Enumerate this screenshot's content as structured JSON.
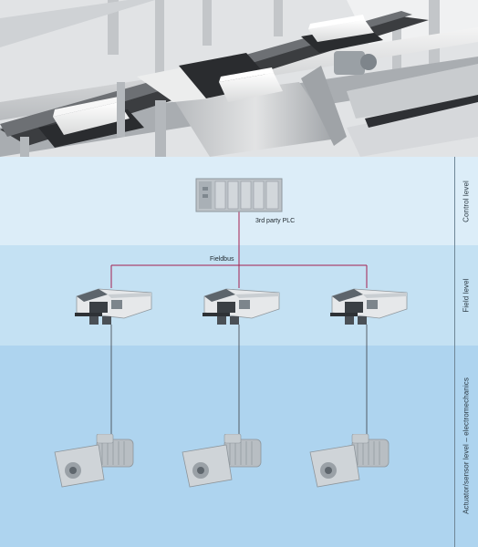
{
  "levels": [
    {
      "key": "control",
      "label": "Control level"
    },
    {
      "key": "field",
      "label": "Field level"
    },
    {
      "key": "actuator",
      "label": "Actuator/sensor level – electromechanics"
    }
  ],
  "plc": {
    "label": "3rd party PLC"
  },
  "bus": {
    "label": "Fieldbus",
    "color": "#a3204f"
  },
  "colors": {
    "control_band": "#dcedf8",
    "field_band": "#c4e1f3",
    "actuator_band": "#aed4ef",
    "drop_line": "#3b3f44"
  }
}
